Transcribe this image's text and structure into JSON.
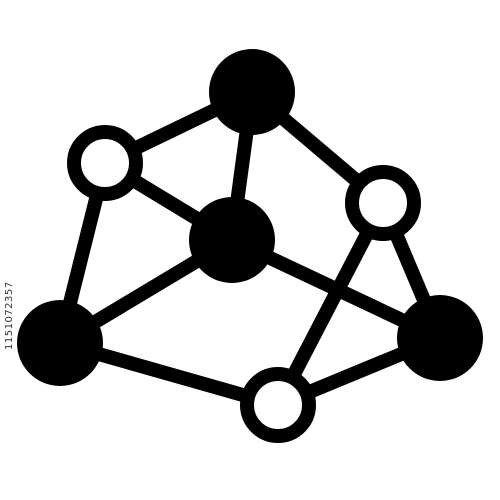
{
  "colors": {
    "background": "#ffffff",
    "stroke": "#000000",
    "filled_node": "#000000",
    "hollow_node_fill": "#ffffff"
  },
  "icon": {
    "name": "network-graph-icon",
    "nodes": [
      {
        "id": "top",
        "style": "filled"
      },
      {
        "id": "upper-left",
        "style": "hollow"
      },
      {
        "id": "center",
        "style": "filled"
      },
      {
        "id": "upper-right",
        "style": "hollow"
      },
      {
        "id": "lower-left",
        "style": "filled"
      },
      {
        "id": "lower-right",
        "style": "filled"
      },
      {
        "id": "bottom",
        "style": "hollow"
      }
    ],
    "edges": [
      [
        "upper-left",
        "top"
      ],
      [
        "top",
        "center"
      ],
      [
        "top",
        "upper-right"
      ],
      [
        "upper-left",
        "center"
      ],
      [
        "upper-left",
        "lower-left"
      ],
      [
        "center",
        "lower-left"
      ],
      [
        "center",
        "lower-right"
      ],
      [
        "upper-right",
        "lower-right"
      ],
      [
        "upper-right",
        "bottom"
      ],
      [
        "lower-left",
        "bottom"
      ],
      [
        "bottom",
        "lower-right"
      ]
    ]
  },
  "watermark": {
    "id_text": "1151072357"
  }
}
